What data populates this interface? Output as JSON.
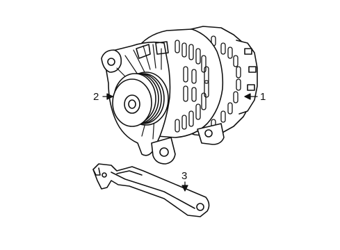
{
  "diagram": {
    "callouts": [
      {
        "id": "alternator",
        "number": "1"
      },
      {
        "id": "pulley",
        "number": "2"
      },
      {
        "id": "bracket",
        "number": "3"
      }
    ],
    "colors": {
      "line": "#111111",
      "background": "#ffffff"
    }
  }
}
